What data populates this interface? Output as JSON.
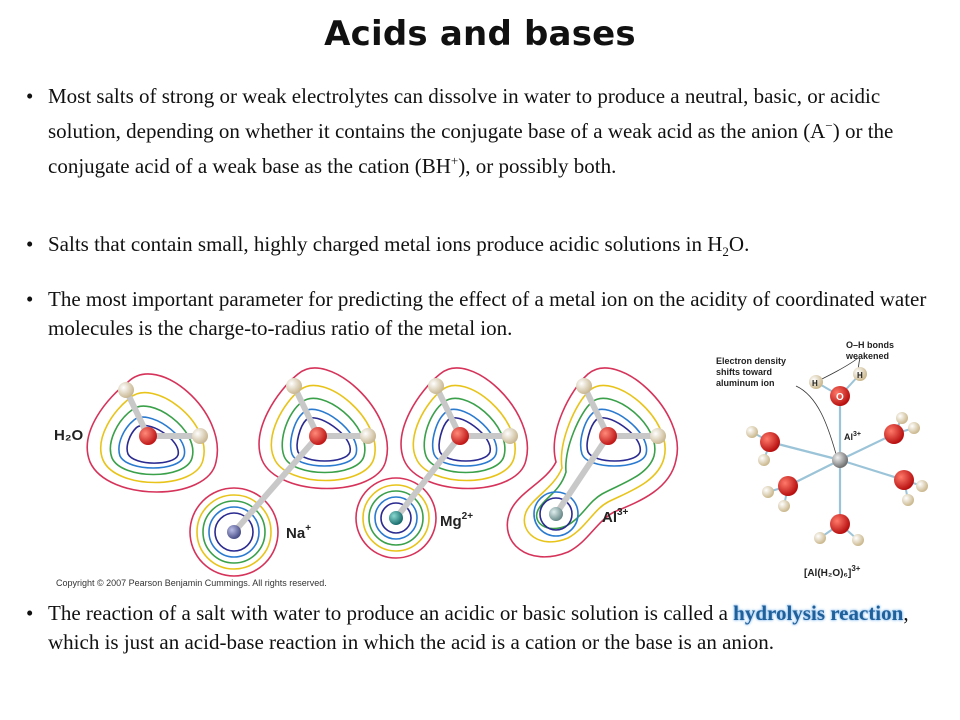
{
  "title": "Acids and bases",
  "bullets": {
    "b1": {
      "t1": "Most salts of strong or weak electrolytes can dissolve in water to produce a neutral, basic, or acidic solution, depending on whether it contains the conjugate base of a weak acid as the anion (A",
      "sup1": "−",
      "t2": ") or the conjugate acid of a weak base as the cation (BH",
      "sup2": "+",
      "t3": "), or possibly both."
    },
    "b2": {
      "t1": "Salts that contain small, highly charged metal ions produce acidic solutions in H",
      "sub1": "2",
      "t2": "O."
    },
    "b3": {
      "t1": "The most important parameter for predicting the effect of a metal ion on the acidity of coordinated water molecules is the charge-to-radius ratio of the metal ion."
    },
    "b4": {
      "t1": "The reaction of a salt with water to produce an acidic or basic solution is called a",
      "highlight": "hydrolysis reaction",
      "t2": ", which is just an acid-base reaction in which the acid is a cation or the base is an anion."
    }
  },
  "figure_left": {
    "water_label": "H₂O",
    "na_label": "Na",
    "na_charge": "+",
    "mg_label": "Mg",
    "mg_charge": "2+",
    "al_label": "Al",
    "al_charge": "3+",
    "copyright": "Copyright © 2007 Pearson Benjamin Cummings. All rights reserved."
  },
  "figure_right": {
    "electron_density_l1": "Electron density",
    "electron_density_l2": "shifts toward",
    "electron_density_l3": "aluminum ion",
    "oh_bonds_l1": "O–H bonds",
    "oh_bonds_l2": "weakened",
    "h_label": "H",
    "o_label": "O",
    "al_label": "Al",
    "al_charge": "3+",
    "complex_label": "[Al(H₂O)₆]",
    "complex_charge": "3+"
  },
  "colors": {
    "oxygen": "#d42020",
    "hydrogen": "#e8dcc0",
    "sodium": "#6a6fa8",
    "magnesium": "#2a8a8a",
    "aluminum": "#8aa8a8",
    "highlight": "#1f5f9a"
  }
}
